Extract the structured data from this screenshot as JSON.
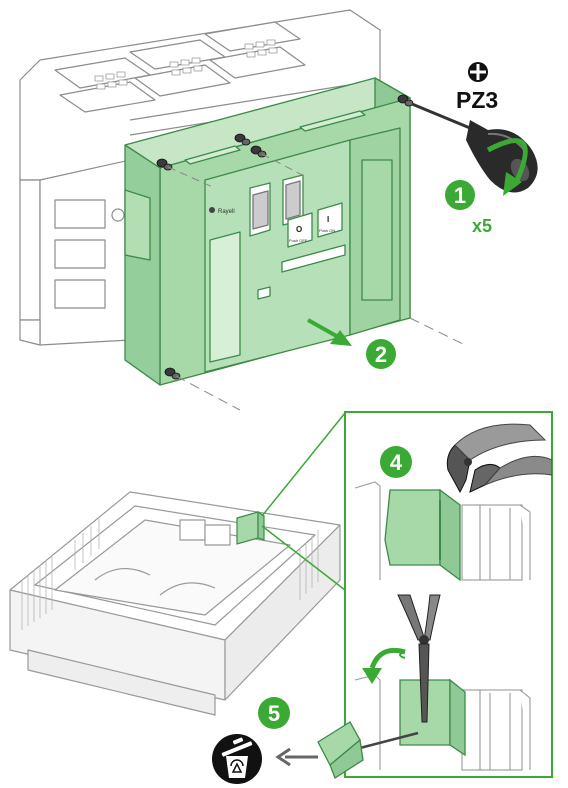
{
  "tool": {
    "bit_label": "PZ3",
    "icon": "phillips-bit-icon"
  },
  "steps": [
    {
      "number": "1",
      "note": "x5"
    },
    {
      "number": "2"
    },
    {
      "number": "4"
    },
    {
      "number": "5"
    }
  ],
  "device": {
    "logo_text": "Rayell",
    "button_open": "O",
    "button_close": "I",
    "button_open_sub": "Push OFF",
    "button_close_sub": "Push ON"
  },
  "icons": {
    "recycle": "recycle-bin-icon",
    "arrow": "arrow-left-icon"
  },
  "colors": {
    "accent": "#3aaa35",
    "part_fill": "#a6d8a8",
    "part_stroke": "#3c8a48",
    "line": "#9a9a9a",
    "dark": "#222222"
  }
}
